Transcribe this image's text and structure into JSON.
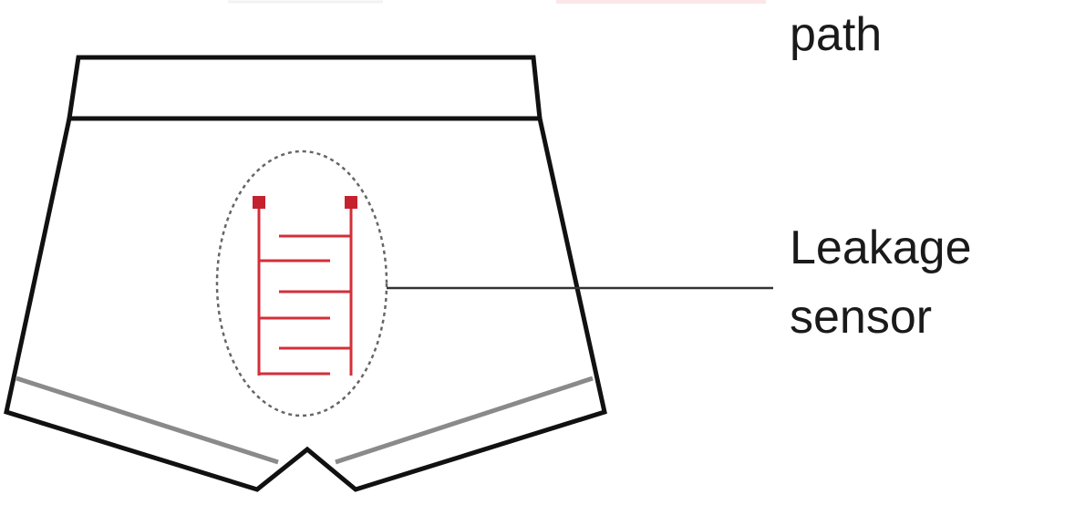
{
  "labels": {
    "path_label": "path",
    "sensor_label_line1": "Leakage",
    "sensor_label_line2": "sensor"
  },
  "colors": {
    "outline": "#111111",
    "sensor": "#d32f3a",
    "dashed_ring": "#666666",
    "leader": "#333333"
  }
}
